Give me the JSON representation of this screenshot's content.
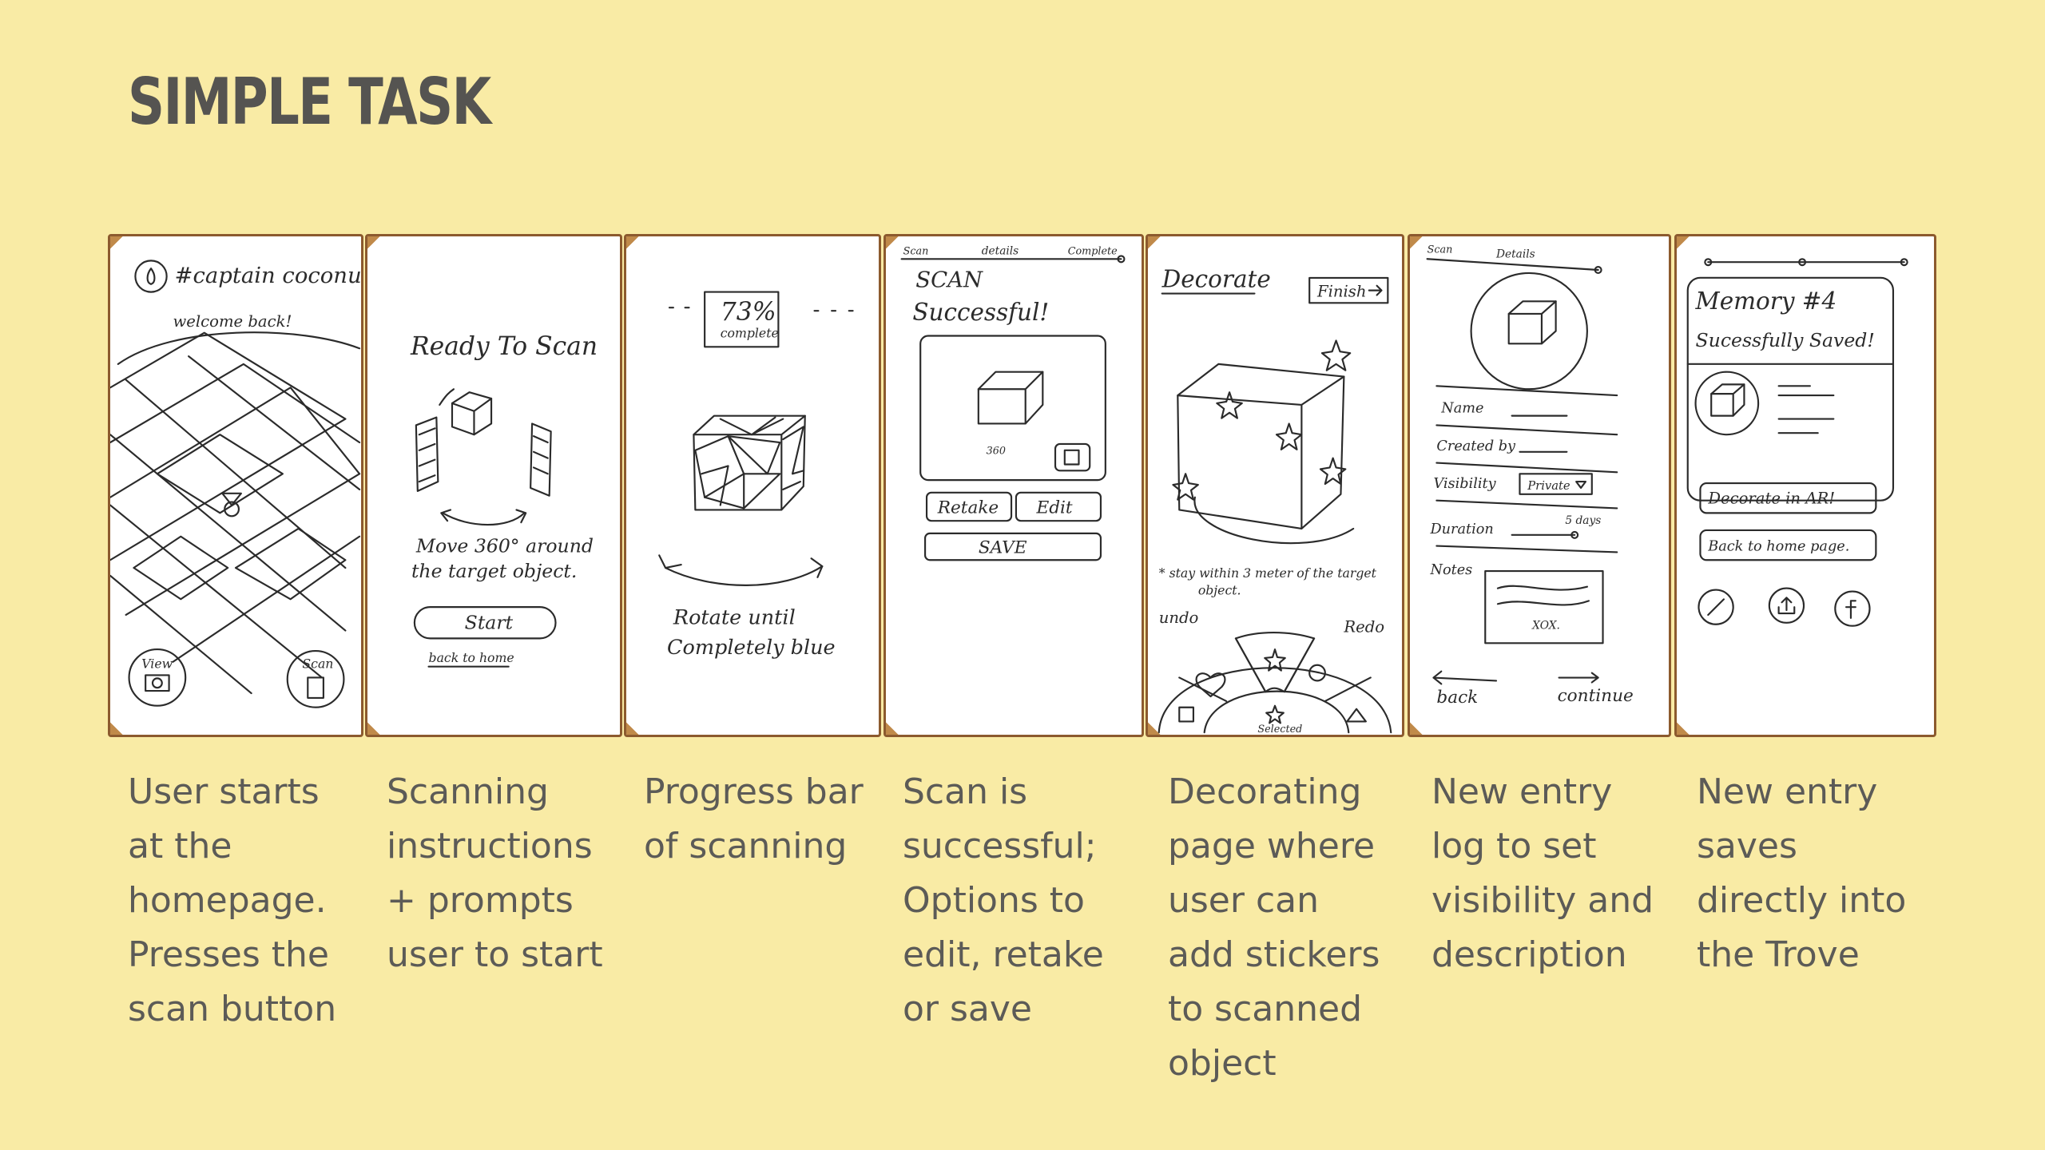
{
  "title": "SIMPLE TASK",
  "steps": [
    {
      "caption": "User starts at the homepage. Presses the scan button",
      "sketch": {
        "username": "#captain coconut",
        "welcome": "welcome back!",
        "view_button": "View",
        "scan_button": "Scan"
      }
    },
    {
      "caption": "Scanning instructions + prompts user to start",
      "sketch": {
        "heading": "Ready To Scan",
        "instruction_line1": "Move 360° around",
        "instruction_line2": "the target object.",
        "start_button": "Start",
        "back_link": "back to home"
      }
    },
    {
      "caption": "Progress bar of scanning",
      "sketch": {
        "progress_percent": "73%",
        "progress_label": "complete",
        "hint_line1": "Rotate until",
        "hint_line2": "Completely blue"
      }
    },
    {
      "caption": "Scan is successful; Options to edit, retake or save",
      "sketch": {
        "step_scan": "Scan",
        "step_details": "details",
        "step_complete": "Complete",
        "heading_line1": "SCAN",
        "heading_line2": "Successful!",
        "rotate_label": "360",
        "retake_button": "Retake",
        "edit_button": "Edit",
        "save_button": "SAVE"
      }
    },
    {
      "caption": "Decorating page where user can add stickers to scanned object",
      "sketch": {
        "heading": "Decorate",
        "finish_button": "Finish",
        "hint_line1": "* stay within 3 meter of the target",
        "hint_line2": "object.",
        "undo": "undo",
        "redo": "Redo",
        "selected_label": "Selected"
      }
    },
    {
      "caption": "New entry log to set visibility and description",
      "sketch": {
        "step_scan": "Scan",
        "step_details": "Details",
        "name_label": "Name",
        "created_label": "Created by",
        "visibility_label": "Visibility",
        "visibility_value": "Private",
        "duration_label": "Duration",
        "duration_value": "5 days",
        "notes_label": "Notes",
        "notes_sign": "XOX.",
        "back_link": "back",
        "continue_link": "continue"
      }
    },
    {
      "caption": "New entry saves directly into the Trove",
      "sketch": {
        "heading_line1": "Memory #4",
        "heading_line2": "Sucessfully Saved!",
        "decorate_button": "Decorate in AR!",
        "home_button": "Back to home page."
      }
    }
  ]
}
